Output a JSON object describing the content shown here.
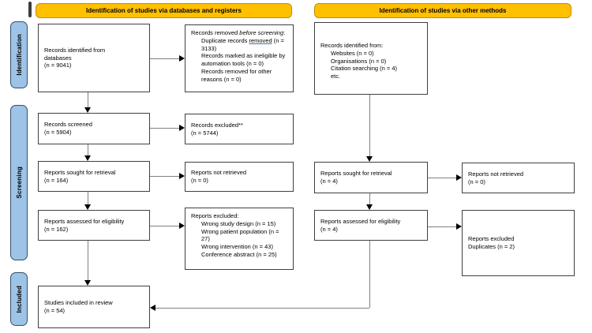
{
  "banners": {
    "databases": "Identification of studies via databases and registers",
    "other": "Identification of studies via other methods"
  },
  "stages": {
    "identification": "Identification",
    "screening": "Screening",
    "included": "Included"
  },
  "boxes": {
    "records_identified_db": {
      "lines": [
        "Records identified from",
        "databases",
        "(n = 9041)"
      ]
    },
    "records_removed": {
      "intro_plain": "Records removed ",
      "intro_italic": "before screening",
      "intro_colon": ":",
      "item1_pre": "Duplicate records ",
      "item1_underlined": "removed",
      "item1_post": " (n = 3133)",
      "item2": "Records marked as ineligible by automation tools (n = 0)",
      "item3": "Records removed for other reasons (n = 0)"
    },
    "records_screened": {
      "lines": [
        "Records screened",
        "(n = 5904)"
      ]
    },
    "records_excluded": {
      "lines": [
        "Records excluded**",
        "(n = 5744)"
      ]
    },
    "reports_sought_db": {
      "lines": [
        "Reports sought for retrieval",
        "(n = 164)"
      ]
    },
    "reports_not_retrieved_db": {
      "lines": [
        "Reports not retrieved",
        "(n = 0)"
      ]
    },
    "reports_assessed_db": {
      "lines": [
        "Reports assessed for eligibility",
        "(n = 162)"
      ]
    },
    "reports_excluded_db": {
      "title": "Reports excluded:",
      "items": [
        "Wrong study design (n = 15)",
        "Wrong patient population (n = 27)",
        "Wrong intervention (n = 43)",
        "Conference abstract (n = 25)"
      ]
    },
    "studies_included": {
      "lines": [
        "Studies included in review",
        "(n = 54)"
      ]
    },
    "records_identified_other": {
      "title": "Records identified from:",
      "items": [
        "Websites (n = 0)",
        "Organisations (n = 0)",
        "Citation searching (n = 4)",
        "etc."
      ]
    },
    "reports_sought_other": {
      "lines": [
        "Reports sought for retrieval",
        "(n = 4)"
      ]
    },
    "reports_not_retrieved_other": {
      "lines": [
        "Reports not retrieved",
        "(n = 0)"
      ]
    },
    "reports_assessed_other": {
      "lines": [
        "Reports assessed for eligibility",
        "(n = 4)"
      ]
    },
    "reports_excluded_other": {
      "lines": [
        "Reports excluded",
        "Duplicates (n = 2)"
      ]
    }
  }
}
